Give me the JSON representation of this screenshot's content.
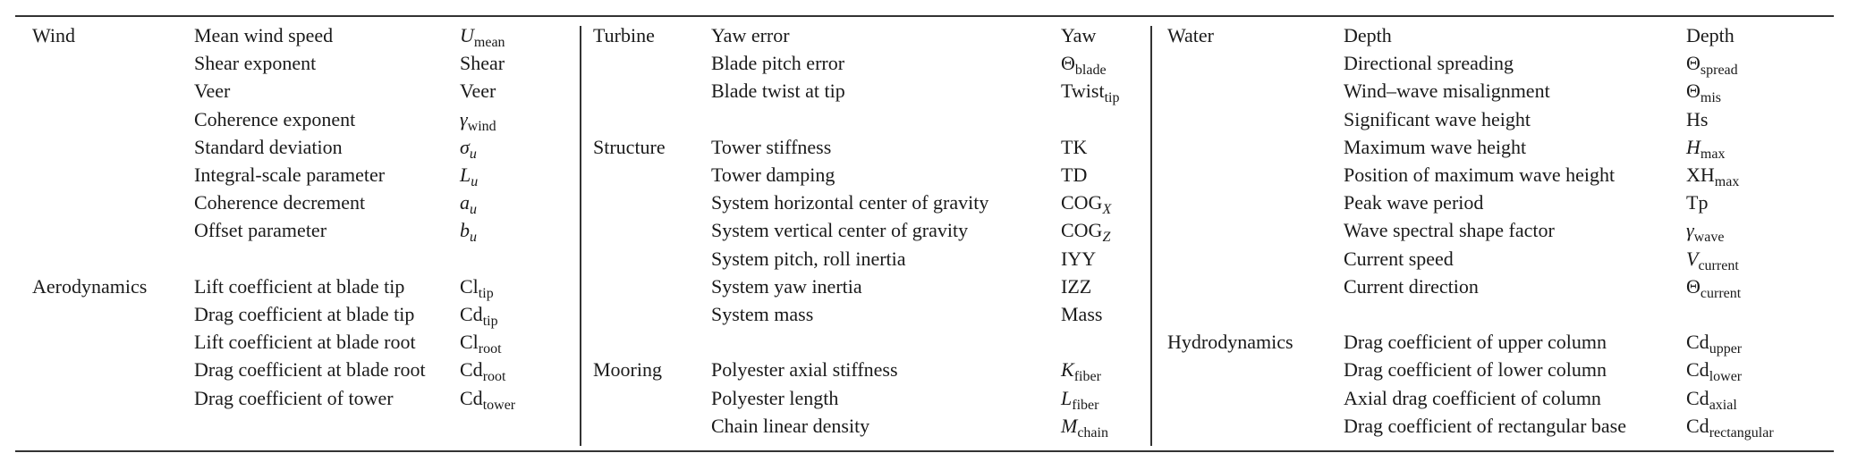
{
  "panels": [
    {
      "rows": [
        {
          "cat": "Wind",
          "desc": "Mean wind speed",
          "sym": {
            "base": "U",
            "bi": true,
            "sub": "mean"
          }
        },
        {
          "desc": "Shear exponent",
          "sym": {
            "base": "Shear"
          }
        },
        {
          "desc": "Veer",
          "sym": {
            "base": "Veer"
          }
        },
        {
          "desc": "Coherence exponent",
          "sym": {
            "base": "γ",
            "bi": true,
            "sub": "wind"
          }
        },
        {
          "desc": "Standard deviation",
          "sym": {
            "base": "σ",
            "bi": true,
            "sub": "u",
            "si": true
          }
        },
        {
          "desc": "Integral-scale parameter",
          "sym": {
            "base": "L",
            "bi": true,
            "sub": "u",
            "si": true
          }
        },
        {
          "desc": "Coherence decrement",
          "sym": {
            "base": "a",
            "bi": true,
            "sub": "u",
            "si": true
          }
        },
        {
          "desc": "Offset parameter",
          "sym": {
            "base": "b",
            "bi": true,
            "sub": "u",
            "si": true
          }
        },
        {},
        {
          "cat": "Aerodynamics",
          "desc": "Lift coefficient at blade tip",
          "sym": {
            "base": "Cl",
            "sub": "tip"
          }
        },
        {
          "desc": "Drag coefficient at blade tip",
          "sym": {
            "base": "Cd",
            "sub": "tip"
          }
        },
        {
          "desc": "Lift coefficient at blade root",
          "sym": {
            "base": "Cl",
            "sub": "root"
          }
        },
        {
          "desc": "Drag coefficient at blade root",
          "sym": {
            "base": "Cd",
            "sub": "root"
          }
        },
        {
          "desc": "Drag coefficient of tower",
          "sym": {
            "base": "Cd",
            "sub": "tower"
          }
        }
      ]
    },
    {
      "rows": [
        {
          "cat": "Turbine",
          "desc": "Yaw error",
          "sym": {
            "base": "Yaw"
          }
        },
        {
          "desc": "Blade pitch error",
          "sym": {
            "base": "Θ",
            "sub": "blade"
          }
        },
        {
          "desc": "Blade twist at tip",
          "sym": {
            "base": "Twist",
            "sub": "tip"
          }
        },
        {},
        {
          "cat": "Structure",
          "desc": "Tower stiffness",
          "sym": {
            "base": "TK"
          }
        },
        {
          "desc": "Tower damping",
          "sym": {
            "base": "TD"
          }
        },
        {
          "desc": "System horizontal center of gravity",
          "sym": {
            "base": "COG",
            "sub": "X",
            "si": true
          }
        },
        {
          "desc": "System vertical center of gravity",
          "sym": {
            "base": "COG",
            "sub": "Z",
            "si": true
          }
        },
        {
          "desc": "System pitch, roll inertia",
          "sym": {
            "base": "IYY"
          }
        },
        {
          "desc": "System yaw inertia",
          "sym": {
            "base": "IZZ"
          }
        },
        {
          "desc": "System mass",
          "sym": {
            "base": "Mass"
          }
        },
        {},
        {
          "cat": "Mooring",
          "desc": "Polyester axial stiffness",
          "sym": {
            "base": "K",
            "bi": true,
            "sub": "fiber"
          }
        },
        {
          "desc": "Polyester length",
          "sym": {
            "base": "L",
            "bi": true,
            "sub": "fiber"
          }
        },
        {
          "desc": "Chain linear density",
          "sym": {
            "base": "M",
            "bi": true,
            "sub": "chain"
          }
        }
      ]
    },
    {
      "rows": [
        {
          "cat": "Water",
          "desc": "Depth",
          "sym": {
            "base": "Depth"
          }
        },
        {
          "desc": "Directional spreading",
          "sym": {
            "base": "Θ",
            "sub": "spread"
          }
        },
        {
          "desc": "Wind–wave misalignment",
          "sym": {
            "base": "Θ",
            "sub": "mis"
          }
        },
        {
          "desc": "Significant wave height",
          "sym": {
            "base": "Hs"
          }
        },
        {
          "desc": "Maximum wave height",
          "sym": {
            "base": "H",
            "bi": true,
            "sub": "max"
          }
        },
        {
          "desc": "Position of maximum wave height",
          "sym": {
            "base": "XH",
            "sub": "max"
          }
        },
        {
          "desc": "Peak wave period",
          "sym": {
            "base": "Tp"
          }
        },
        {
          "desc": "Wave spectral shape factor",
          "sym": {
            "base": "γ",
            "bi": true,
            "sub": "wave"
          }
        },
        {
          "desc": "Current speed",
          "sym": {
            "base": "V",
            "bi": true,
            "sub": "current"
          }
        },
        {
          "desc": "Current direction",
          "sym": {
            "base": "Θ",
            "sub": "current"
          }
        },
        {},
        {
          "cat": "Hydrodynamics",
          "desc": "Drag coefficient of upper column",
          "sym": {
            "base": "Cd",
            "sub": "upper"
          }
        },
        {
          "desc": "Drag coefficient of lower column",
          "sym": {
            "base": "Cd",
            "sub": "lower"
          }
        },
        {
          "desc": "Axial drag coefficient of column",
          "sym": {
            "base": "Cd",
            "sub": "axial"
          }
        },
        {
          "desc": "Drag coefficient of rectangular base",
          "sym": {
            "base": "Cd",
            "sub": "rectangular"
          }
        }
      ]
    }
  ]
}
